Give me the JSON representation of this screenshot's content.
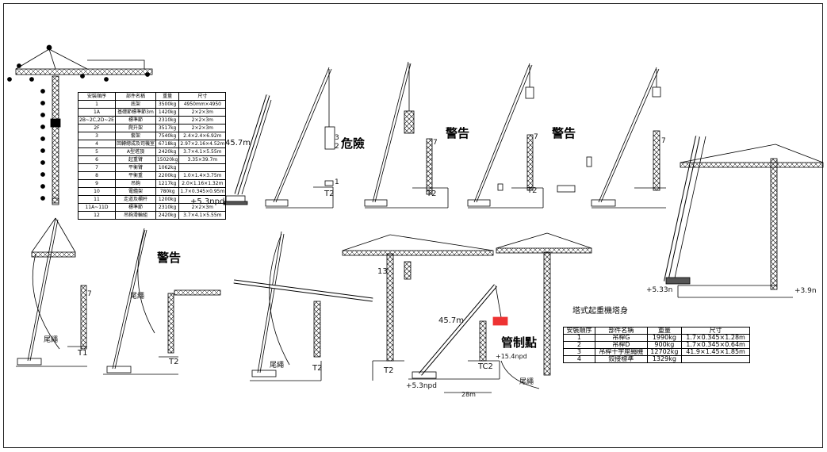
{
  "labels": {
    "danger": "危險",
    "warning": "警告",
    "control_point": "管制點",
    "radius": "45.7m",
    "outrigger_left": "+5.3npd",
    "outrigger_bottom": "+5.3npd",
    "outrigger_right": "+5.33n",
    "right_height": "+3.9n",
    "tc2_height": "+15.4npd",
    "tail_rope": "尾繩",
    "distance": "28m",
    "num_1": "1",
    "num_2": "2",
    "num_3": "3",
    "num_7": "7",
    "num_13": "13",
    "t1": "T1",
    "t2": "T2",
    "tc2": "TC2"
  },
  "table_left": {
    "headers": [
      "安裝順序",
      "部件名稱",
      "重量",
      "尺寸"
    ],
    "rows": [
      [
        "1",
        "底架",
        "3500kg",
        "4950mm×4950"
      ],
      [
        "1A",
        "基礎節標準節3m",
        "1420kg",
        "2×2×3m"
      ],
      [
        "2B~2C,2D~2E",
        "標準節",
        "2310kg",
        "2×2×3m"
      ],
      [
        "2F",
        "爬升架",
        "3517kg",
        "2×2×3m"
      ],
      [
        "3",
        "套架",
        "7540kg",
        "2.4×2.4×6.92m"
      ],
      [
        "4",
        "回轉總成及司機室",
        "6718kg",
        "2.97×2.16×4.52m"
      ],
      [
        "5",
        "A型塔頂",
        "2420kg",
        "3.7×4.1×5.55m"
      ],
      [
        "6",
        "起重臂",
        "15020kg",
        "3.35×39.7m"
      ],
      [
        "7",
        "平衡臂",
        "1062kg",
        ""
      ],
      [
        "8",
        "平衡重",
        "2200kg",
        "1.0×1.4×3.75m"
      ],
      [
        "9",
        "吊鉤",
        "1217kg",
        "2.0×1.16×1.32m"
      ],
      [
        "10",
        "電纜架",
        "780kg",
        "1.7×0.345×0.95m"
      ],
      [
        "11",
        "走道及欄杆",
        "1200kg",
        ""
      ],
      [
        "11A~11D",
        "標準節",
        "2310kg",
        "2×2×3m"
      ],
      [
        "12",
        "吊鉤滑輪組",
        "2420kg",
        "3.7×4.1×5.55m"
      ]
    ]
  },
  "table_right": {
    "title": "塔式起重機塔身",
    "headers": [
      "安裝順序",
      "部件名稱",
      "重量",
      "尺寸"
    ],
    "rows": [
      [
        "1",
        "吊桿G",
        "1990kg",
        "1.7×0.345×1.28m"
      ],
      [
        "2",
        "吊桿D",
        "900kg",
        "1.7×0.345×0.64m"
      ],
      [
        "3",
        "吊桿十字座繩機",
        "12702kg",
        "41.9×1.45×1.85m"
      ],
      [
        "4",
        "鉸接標準",
        "1329kg",
        ""
      ]
    ]
  }
}
